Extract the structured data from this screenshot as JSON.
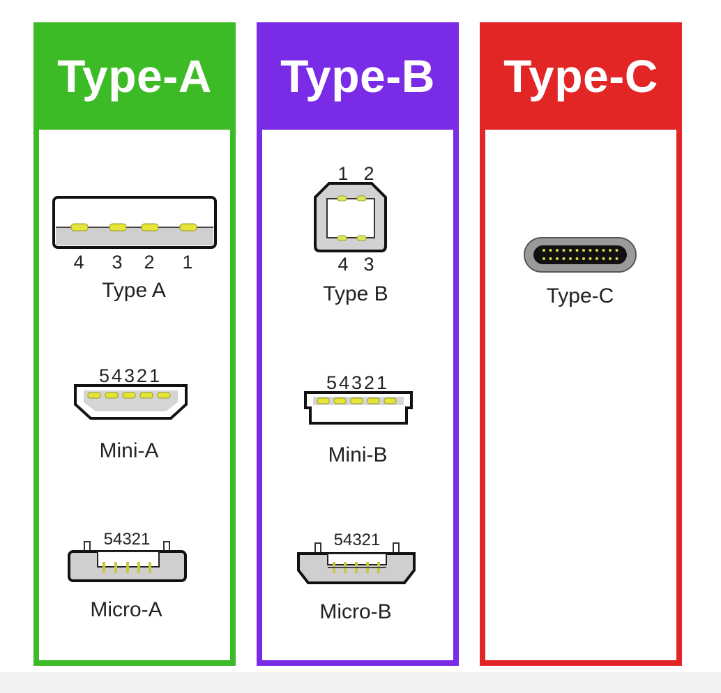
{
  "panels": [
    {
      "title": "Type-A",
      "color": "#3dbb27"
    },
    {
      "title": "Type-B",
      "color": "#7a2be6"
    },
    {
      "title": "Type-C",
      "color": "#e22525"
    }
  ],
  "connectors": {
    "type_a": {
      "label": "Type A",
      "pins": [
        "4",
        "3",
        "2",
        "1"
      ]
    },
    "mini_a": {
      "label": "Mini-A",
      "pins": "54321"
    },
    "micro_a": {
      "label": "Micro-A",
      "pins": "54321"
    },
    "type_b": {
      "label": "Type B",
      "pins_top": [
        "1",
        "2"
      ],
      "pins_bottom": [
        "4",
        "3"
      ]
    },
    "mini_b": {
      "label": "Mini-B",
      "pins": "54321"
    },
    "micro_b": {
      "label": "Micro-B",
      "pins": "54321"
    },
    "type_c": {
      "label": "Type-C"
    }
  }
}
